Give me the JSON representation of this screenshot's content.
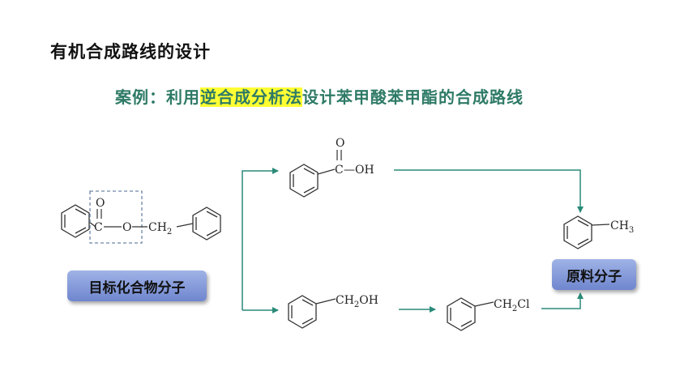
{
  "heading": "有机合成路线的设计",
  "subtitle": {
    "prefix": "案例：利用",
    "highlight": "逆合成分析法",
    "suffix": "设计苯甲酸苯甲酯的合成路线"
  },
  "labels": {
    "target": "目标化合物分子",
    "raw": "原料分子"
  },
  "molecules": {
    "ester": {
      "o_top": "O",
      "c": "C",
      "o_bridge": "O",
      "ch2": "CH",
      "ch2_sub": "2"
    },
    "acid": {
      "o_top": "O",
      "c": "C",
      "oh": "—OH"
    },
    "alcohol": {
      "ch2oh": "CH",
      "sub": "2",
      "oh": "OH"
    },
    "chloride": {
      "ch2cl": "CH",
      "sub": "2",
      "cl": "Cl"
    },
    "toluene": {
      "ch3": "CH",
      "sub": "3"
    }
  },
  "colors": {
    "subtitle": "#2e7a66",
    "arrow": "#2a8a78",
    "highlight": "#ffff33",
    "tag": "#7f95d8"
  }
}
